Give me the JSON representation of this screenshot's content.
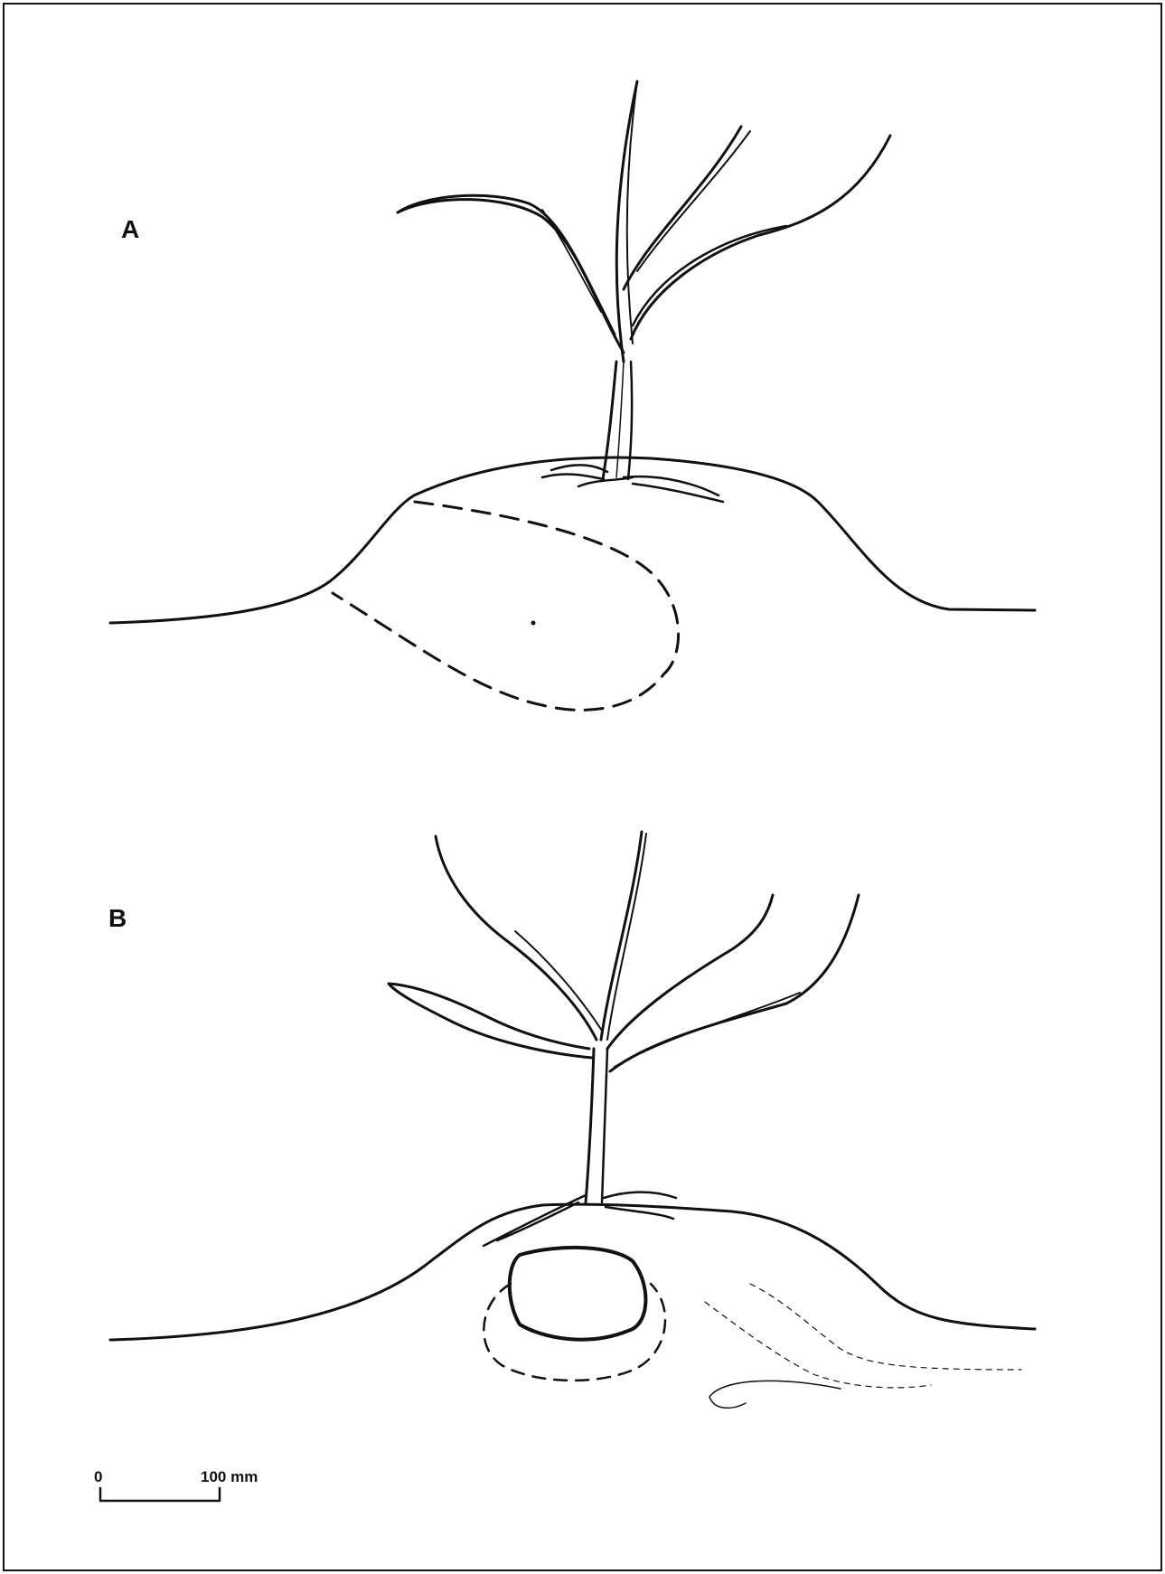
{
  "figure": {
    "panels": [
      {
        "label": "A"
      },
      {
        "label": "B"
      }
    ],
    "scale_bar": {
      "start_label": "0",
      "end_label": "100 mm"
    }
  }
}
